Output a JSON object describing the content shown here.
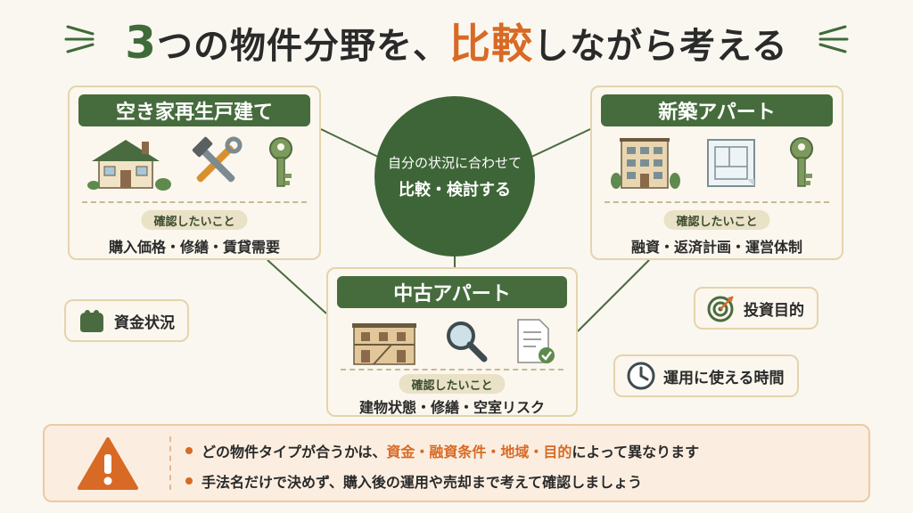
{
  "title": {
    "number": "3",
    "before": "つの物件分野を、",
    "accent": "比較",
    "after": "しながら考える"
  },
  "center": {
    "line1": "自分の状況に合わせて",
    "line2": "比較・検討する"
  },
  "cards": {
    "akiya": {
      "title": "空き家再生戸建て",
      "check_label": "確認したいこと",
      "check_text": "購入価格・修繕・賃貸需要"
    },
    "shinchiku": {
      "title": "新築アパート",
      "check_label": "確認したいこと",
      "check_text": "融資・返済計画・運営体制"
    },
    "chuko": {
      "title": "中古アパート",
      "check_label": "確認したいこと",
      "check_text": "建物状態・修繕・空室リスク"
    }
  },
  "factors": {
    "funds": "資金状況",
    "goal": "投資目的",
    "time": "運用に使える時間"
  },
  "notice": {
    "line1_before": "どの物件タイプが合うかは、",
    "line1_highlight": "資金・融資条件・地域・目的",
    "line1_after": "によって異なります",
    "line2": "手法名だけで決めず、購入後の運用や売却まで考えて確認しましょう"
  },
  "colors": {
    "primary_green": "#466c3d",
    "accent_orange": "#d86a25",
    "card_border": "#e4d4ad",
    "background": "#faf7f0"
  }
}
